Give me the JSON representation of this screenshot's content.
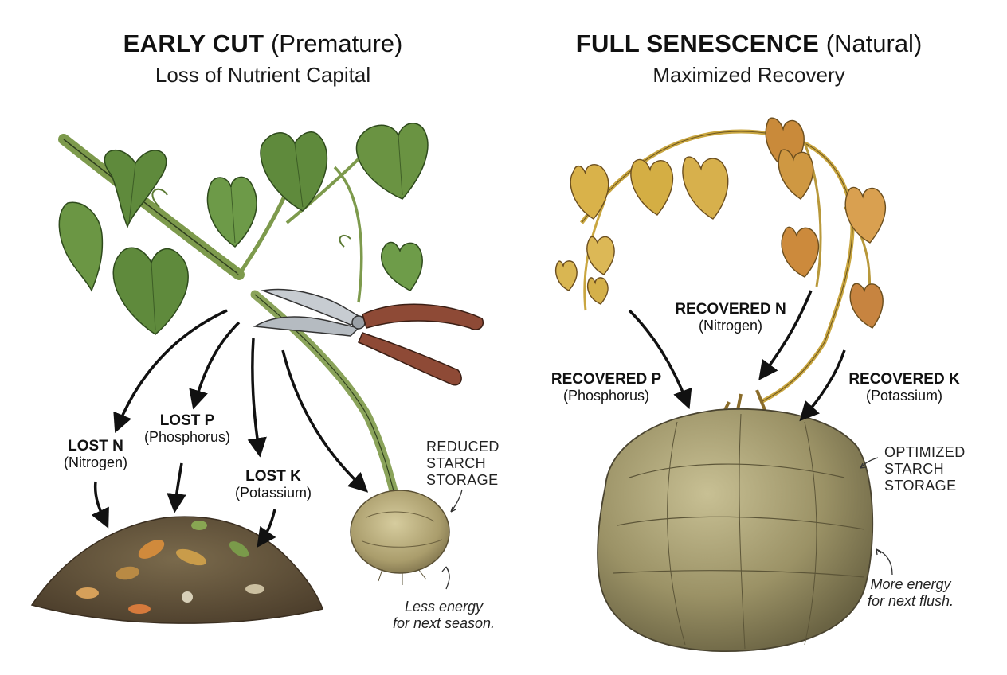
{
  "left": {
    "title_bold": "EARLY CUT",
    "title_paren": "(Premature)",
    "subtitle": "Loss of Nutrient Capital",
    "labels": {
      "n": {
        "main": "LOST N",
        "sub": "(Nitrogen)"
      },
      "p": {
        "main": "LOST P",
        "sub": "(Phosphorus)"
      },
      "k": {
        "main": "LOST K",
        "sub": "(Potassium)"
      }
    },
    "storage_note": [
      "REDUCED",
      "STARCH",
      "STORAGE"
    ],
    "energy_note": [
      "Less energy",
      "for next season."
    ]
  },
  "right": {
    "title_bold": "FULL SENESCENCE",
    "title_paren": "(Natural)",
    "subtitle": "Maximized Recovery",
    "labels": {
      "n": {
        "main": "RECOVERED N",
        "sub": "(Nitrogen)"
      },
      "p": {
        "main": "RECOVERED P",
        "sub": "(Phosphorus)"
      },
      "k": {
        "main": "RECOVERED K",
        "sub": "(Potassium)"
      }
    },
    "storage_note": [
      "OPTIMIZED",
      "STARCH",
      "STORAGE"
    ],
    "energy_note": [
      "More energy",
      "for next flush."
    ]
  },
  "colors": {
    "leaf_green": "#5f8a3c",
    "leaf_green_dark": "#3e6326",
    "leaf_yellow": "#d9b24a",
    "leaf_brown": "#c98a3a",
    "stem_green": "#8aa35a",
    "stem_yellow": "#c9a640",
    "tuber_small": "#b5a878",
    "tuber_large": "#9d9468",
    "soil": "#5a4a35",
    "handle": "#8e4a36",
    "blade": "#c7ccd1"
  }
}
